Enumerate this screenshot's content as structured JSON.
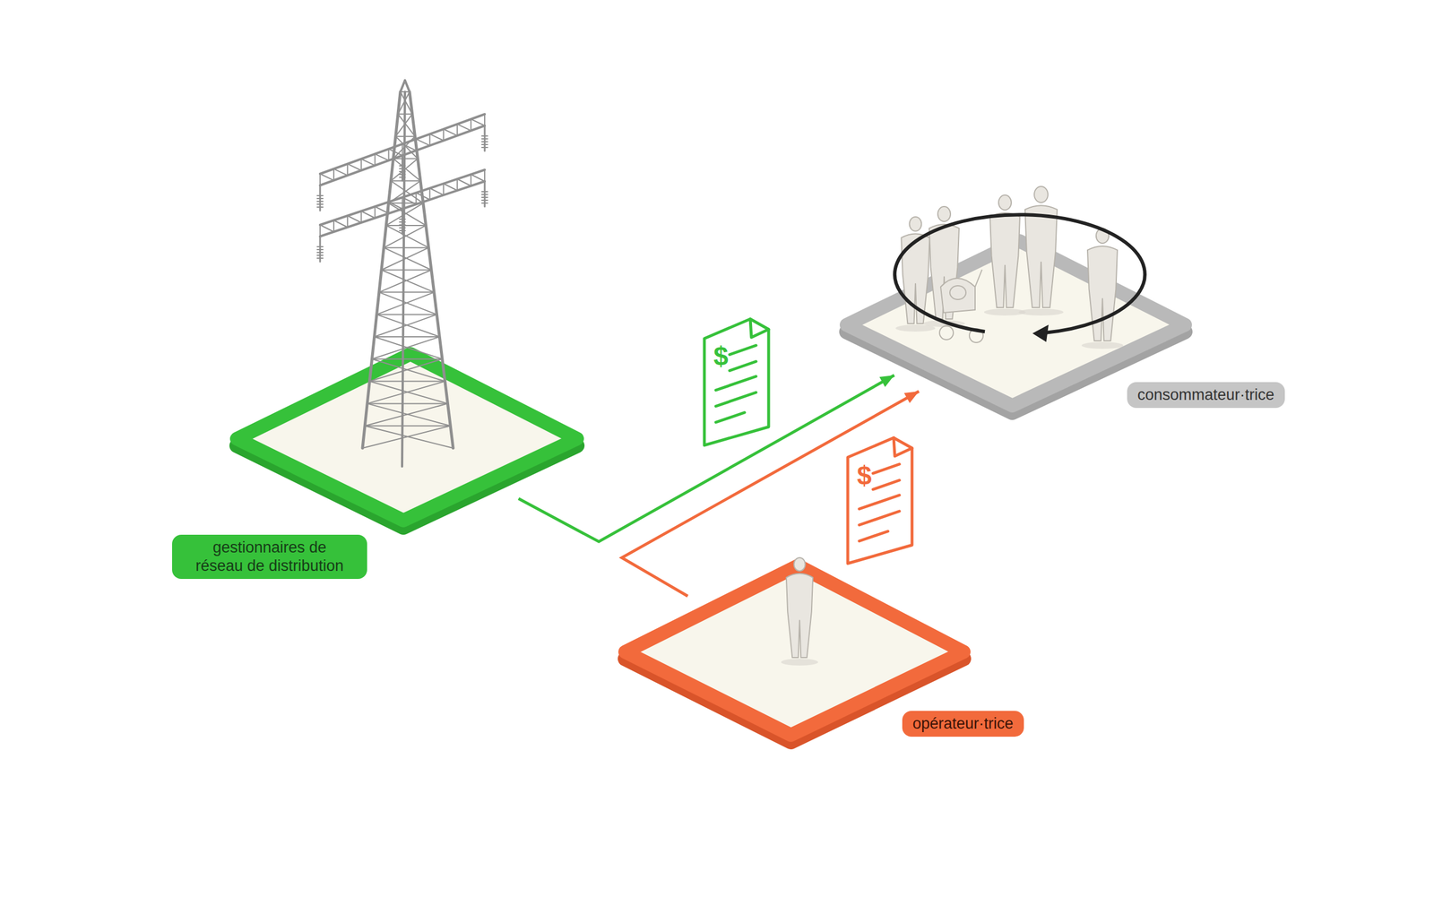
{
  "diagram": {
    "nodes": [
      {
        "text": [
          "gestionnaires de réseau de distribution"
        ]
      },
      {
        "text": [
          "consommateur·trice"
        ]
      },
      {
        "text": [
          "opérateur·trice"
        ]
      }
    ],
    "edges": [
      {
        "from": 0,
        "to": 1,
        "arrow": "to"
      },
      {
        "from": 2,
        "to": 1,
        "arrow": "to"
      }
    ],
    "labels": [
      "$",
      "$"
    ]
  }
}
